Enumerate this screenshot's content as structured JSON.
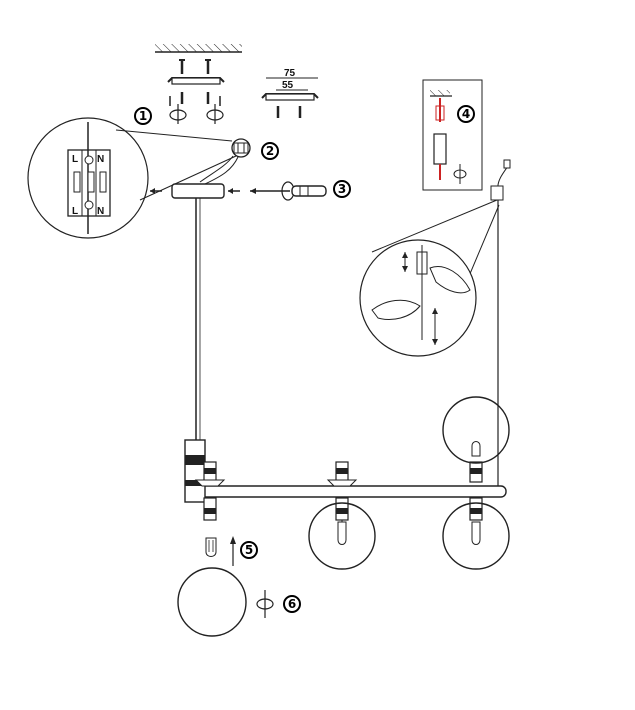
{
  "steps": [
    {
      "id": 1,
      "label": "1"
    },
    {
      "id": 2,
      "label": "2"
    },
    {
      "id": 3,
      "label": "3"
    },
    {
      "id": 4,
      "label": "4"
    },
    {
      "id": 5,
      "label": "5"
    },
    {
      "id": 6,
      "label": "6"
    }
  ],
  "bracket": {
    "outer_dim": "75",
    "inner_dim": "55"
  },
  "terminal": {
    "top_left": "L",
    "top_right": "N",
    "bottom_left": "L",
    "bottom_right": "N"
  },
  "colors": {
    "line": "#222222",
    "accent_red": "#cc2222",
    "background": "#ffffff"
  },
  "icons": [
    "ceiling-hatch-icon",
    "screw-icon",
    "rotate-arrow-icon",
    "screwdriver-icon",
    "bulb-icon",
    "globe-shade-icon",
    "cable-grip-icon"
  ]
}
